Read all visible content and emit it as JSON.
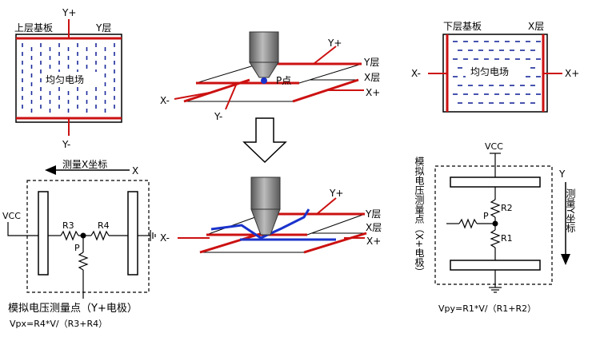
{
  "top_left_panel": {
    "title": "上层基板",
    "layer_label": "Y层",
    "field_label": "均匀电场",
    "top_terminal": "Y+",
    "bottom_terminal": "Y-"
  },
  "top_center_panel": {
    "point_label": "P点",
    "y_plus": "Y+",
    "y_minus": "Y-",
    "x_plus": "X+",
    "x_minus": "X-",
    "y_layer": "Y层",
    "x_layer": "X层"
  },
  "top_right_panel": {
    "title": "下层基板",
    "layer_label": "X层",
    "field_label": "均匀电场",
    "left_terminal": "X-",
    "right_terminal": "X+"
  },
  "bottom_center_panel": {
    "y_plus": "Y+",
    "x_plus": "X+",
    "x_minus": "X-",
    "y_layer": "Y层",
    "x_layer": "X层"
  },
  "bottom_left_circuit": {
    "measure_label": "测量X坐标",
    "axis_label": "X",
    "vcc": "VCC",
    "r3": "R3",
    "r4": "R4",
    "p": "P",
    "caption": "模拟电压测量点（Y+电极）",
    "formula": "Vpx=R4*V/（R3+R4）"
  },
  "bottom_right_circuit": {
    "vcc": "VCC",
    "r1": "R1",
    "r2": "R2",
    "p": "P",
    "axis_label": "Y",
    "measure_label": "测量Y坐标",
    "vertical_caption": "模拟电压测量点（X+电极）",
    "formula": "Vpy=R1*V/（R1+R2）"
  },
  "colors": {
    "wire": "#cc1111",
    "field_dash": "#1a2a9a",
    "touch_line": "#1a33cc",
    "stylus": "#7a7a7a",
    "ink": "#000000"
  }
}
